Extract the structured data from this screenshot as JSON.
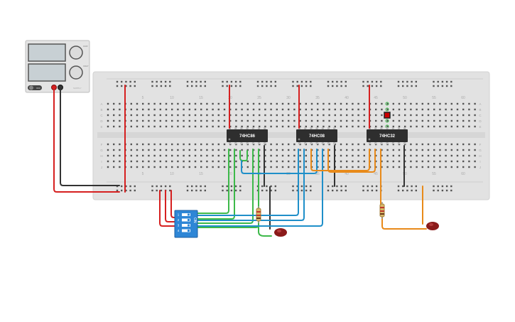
{
  "power_supply": {
    "display1": "",
    "display2": "",
    "knob1_label": "CUR",
    "knob2_label": "VOLT",
    "switch_label": "OFF",
    "brand": "SUPPLY"
  },
  "breadboard": {
    "column_numbers": [
      "5",
      "10",
      "15",
      "20",
      "25",
      "30",
      "35",
      "40",
      "45",
      "50",
      "55",
      "60"
    ],
    "row_letters_top": [
      "A",
      "B",
      "C",
      "D",
      "E"
    ],
    "row_letters_bottom": [
      "F",
      "G",
      "H",
      "I",
      "J"
    ]
  },
  "chips": [
    {
      "label": "74HC86"
    },
    {
      "label": "74HC08"
    },
    {
      "label": "74HC32"
    }
  ],
  "dip_switch": {
    "label": "ON",
    "positions": [
      "1",
      "2",
      "3",
      "4"
    ]
  },
  "colors": {
    "red_wire": "#d62020",
    "black_wire": "#333333",
    "green_wire": "#3db94a",
    "blue_wire": "#1f8fc9",
    "orange_wire": "#e88a1a",
    "chip_body": "#2e2e2e",
    "dip_body": "#2e86d6",
    "led": "#8b1a1a",
    "board": "#e2e2e2"
  }
}
